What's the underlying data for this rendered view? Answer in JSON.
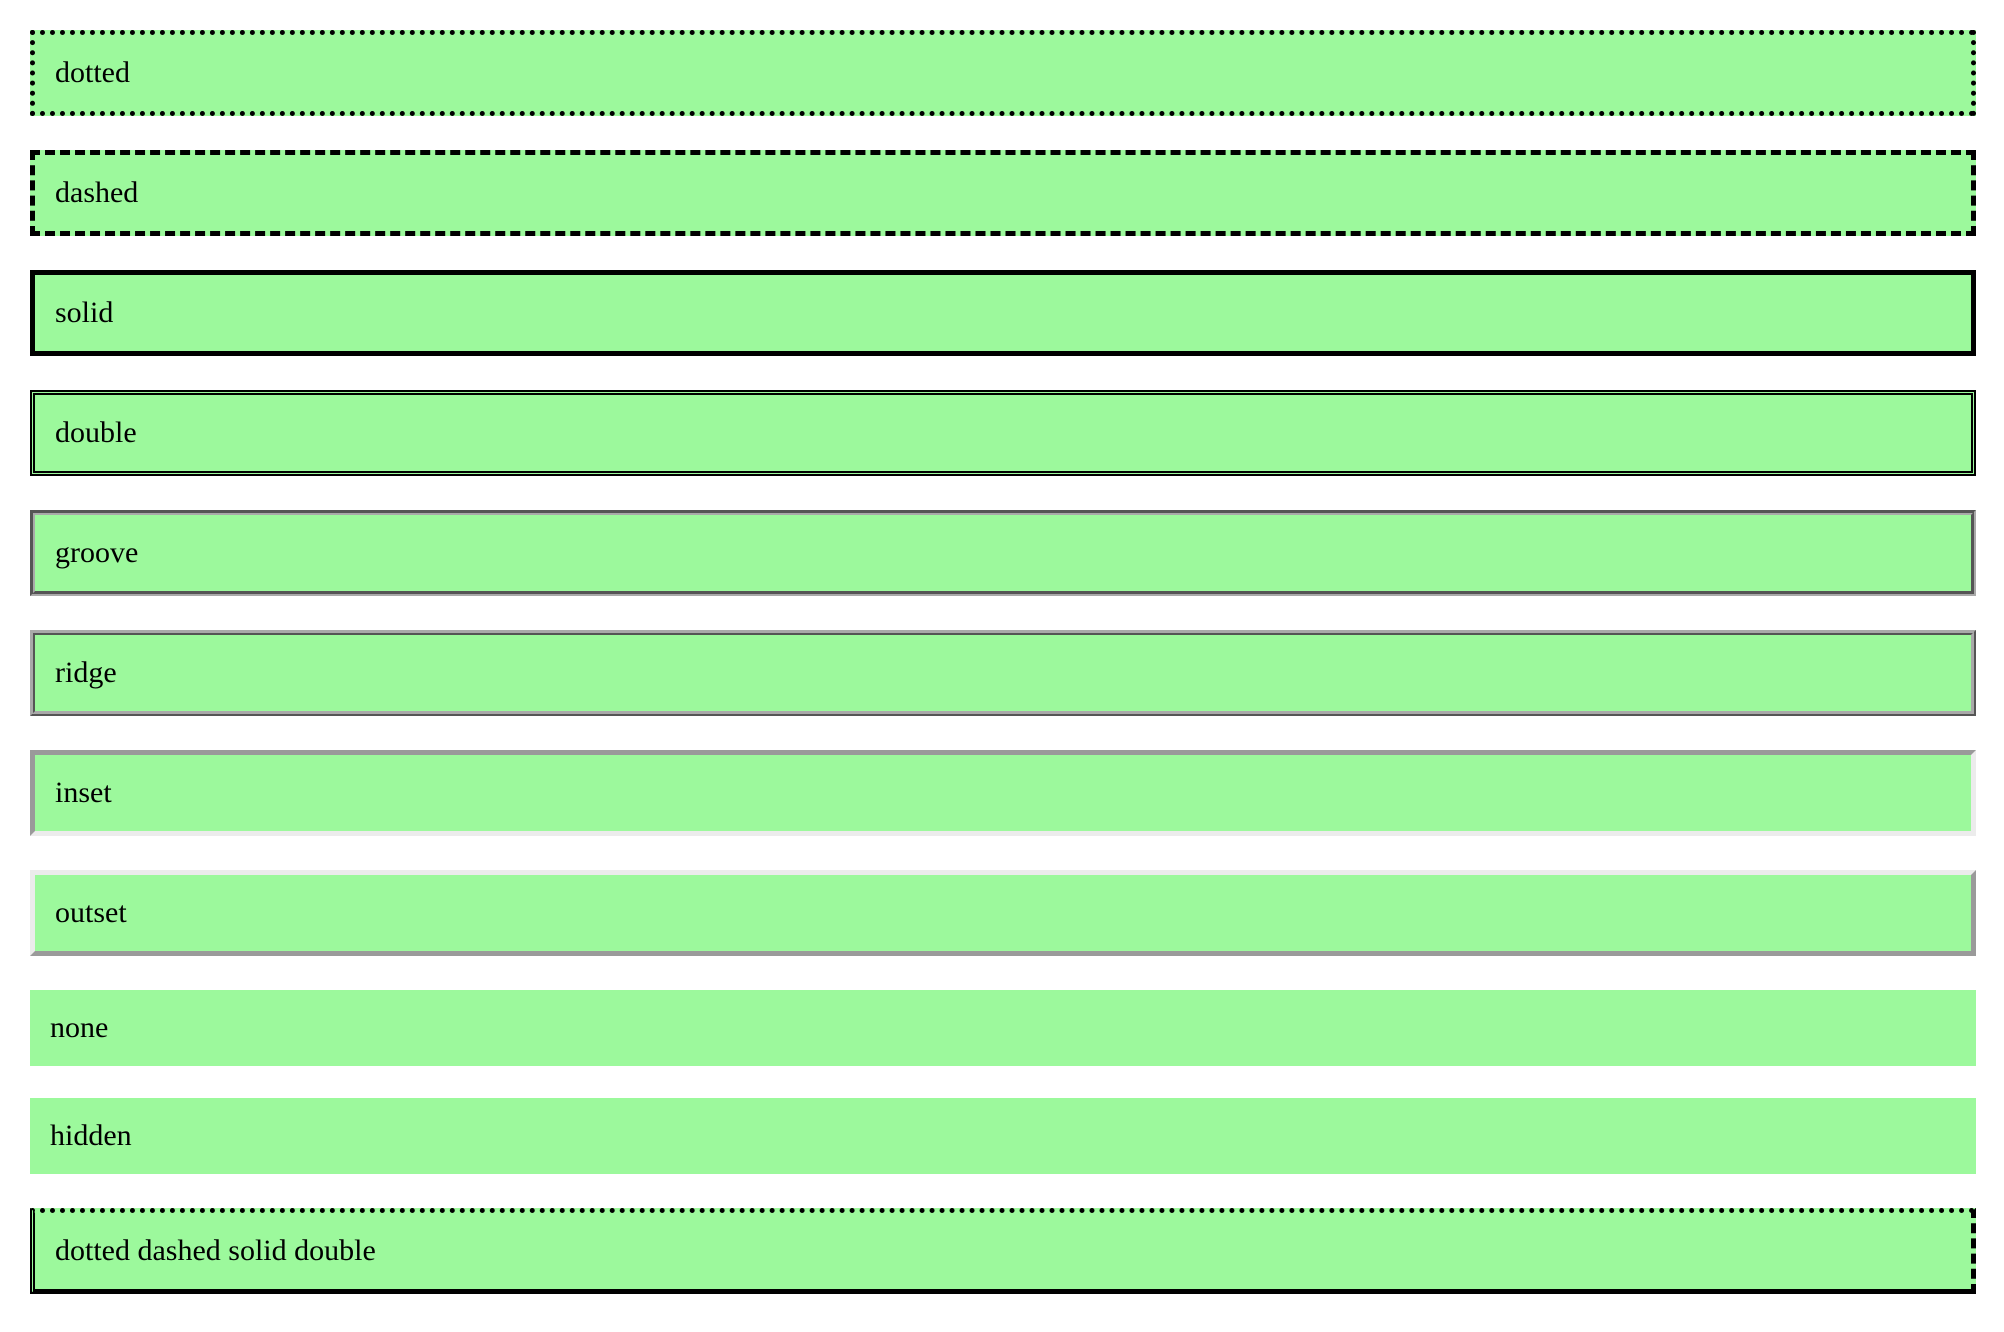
{
  "boxes": [
    {
      "label": "dotted"
    },
    {
      "label": "dashed"
    },
    {
      "label": "solid"
    },
    {
      "label": "double"
    },
    {
      "label": "groove"
    },
    {
      "label": "ridge"
    },
    {
      "label": "inset"
    },
    {
      "label": "outset"
    },
    {
      "label": "none"
    },
    {
      "label": "hidden"
    },
    {
      "label": "dotted dashed solid double"
    }
  ],
  "colors": {
    "box_background": "#9cf99c",
    "border": "#000000",
    "bevel_dark": "#9a9a9a",
    "bevel_light": "#ececec"
  }
}
